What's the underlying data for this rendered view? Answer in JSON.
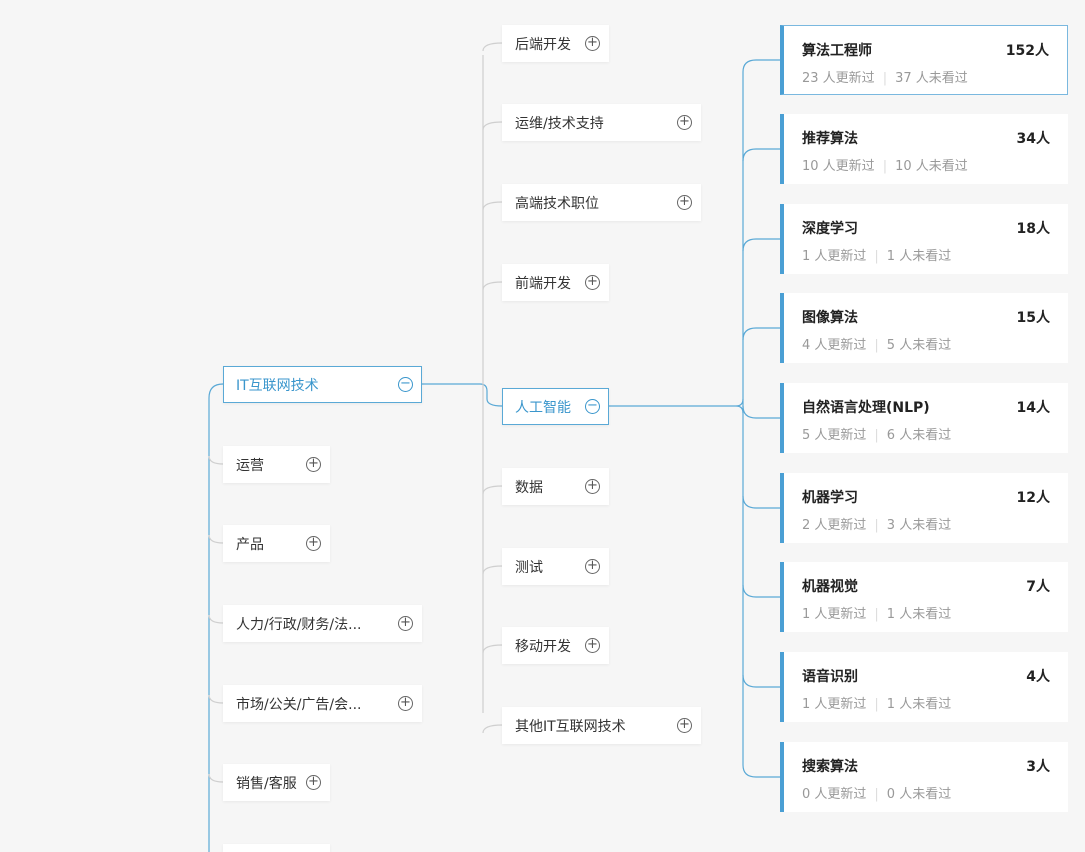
{
  "level1": {
    "items": [
      {
        "label": "IT互联网技术",
        "toggle": "−",
        "active": true
      },
      {
        "label": "运营",
        "toggle": "+"
      },
      {
        "label": "产品",
        "toggle": "+"
      },
      {
        "label": "人力/行政/财务/法...",
        "toggle": "+"
      },
      {
        "label": "市场/公关/广告/会...",
        "toggle": "+"
      },
      {
        "label": "销售/客服",
        "toggle": "+"
      },
      {
        "label": "",
        "toggle": ""
      }
    ]
  },
  "level2": {
    "items": [
      {
        "label": "后端开发",
        "toggle": "+"
      },
      {
        "label": "运维/技术支持",
        "toggle": "+"
      },
      {
        "label": "高端技术职位",
        "toggle": "+"
      },
      {
        "label": "前端开发",
        "toggle": "+"
      },
      {
        "label": "人工智能",
        "toggle": "−",
        "active": true
      },
      {
        "label": "数据",
        "toggle": "+"
      },
      {
        "label": "测试",
        "toggle": "+"
      },
      {
        "label": "移动开发",
        "toggle": "+"
      },
      {
        "label": "其他IT互联网技术",
        "toggle": "+"
      }
    ]
  },
  "level3": {
    "cards": [
      {
        "title": "算法工程师",
        "count": "152人",
        "updated": "23 人更新过",
        "unseen": "37 人未看过",
        "selected": true
      },
      {
        "title": "推荐算法",
        "count": "34人",
        "updated": "10 人更新过",
        "unseen": "10 人未看过"
      },
      {
        "title": "深度学习",
        "count": "18人",
        "updated": "1 人更新过",
        "unseen": "1 人未看过"
      },
      {
        "title": "图像算法",
        "count": "15人",
        "updated": "4 人更新过",
        "unseen": "5 人未看过"
      },
      {
        "title": "自然语言处理(NLP)",
        "count": "14人",
        "updated": "5 人更新过",
        "unseen": "6 人未看过"
      },
      {
        "title": "机器学习",
        "count": "12人",
        "updated": "2 人更新过",
        "unseen": "3 人未看过"
      },
      {
        "title": "机器视觉",
        "count": "7人",
        "updated": "1 人更新过",
        "unseen": "1 人未看过"
      },
      {
        "title": "语音识别",
        "count": "4人",
        "updated": "1 人更新过",
        "unseen": "1 人未看过"
      },
      {
        "title": "搜索算法",
        "count": "3人",
        "updated": "0 人更新过",
        "unseen": "0 人未看过"
      }
    ]
  },
  "colors": {
    "accent": "#4a9fd4",
    "connector_active": "#5aa9d6",
    "connector_inactive": "#cfcfcf"
  },
  "icons": {
    "expand": "plus-circle-icon",
    "collapse": "minus-circle-icon"
  }
}
